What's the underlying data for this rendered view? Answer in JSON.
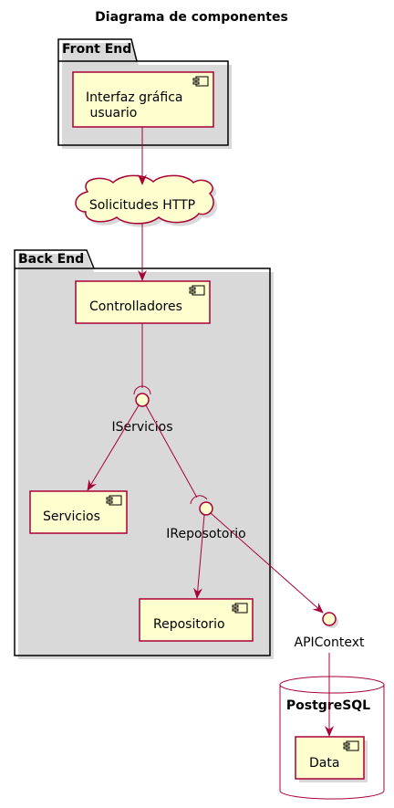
{
  "title": "Diagrama de componentes",
  "packages": {
    "front_end": "Front End",
    "back_end": "Back End",
    "postgresql": "PostgreSQL"
  },
  "nodes": {
    "interfaz_line1": "Interfaz gráfica",
    "interfaz_line2": " usuario",
    "solicitudes": "Solicitudes HTTP",
    "controlladores": "Controlladores",
    "iservicios": "IServicios",
    "servicios": "Servicios",
    "irepositorio": "IReposotorio",
    "repositorio": "Repositorio",
    "apicontext": "APIContext",
    "data": "Data"
  },
  "colors": {
    "node_fill": "#FEFECE",
    "node_stroke": "#A80036",
    "shadow": "#D9D9D9",
    "package_stroke": "#000000"
  }
}
